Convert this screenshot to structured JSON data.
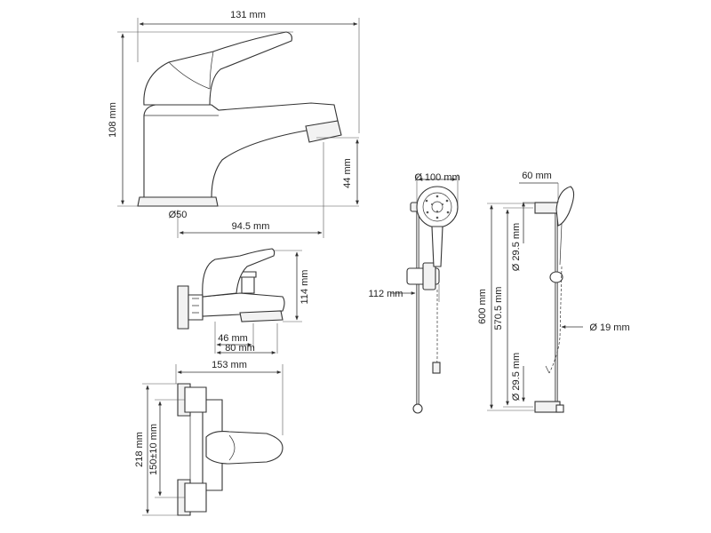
{
  "colors": {
    "line": "#333333",
    "background": "#ffffff"
  },
  "basin_mixer": {
    "width_label": "131 mm",
    "height_label": "108 mm",
    "spout_height_label": "44 mm",
    "base_label": "Ø50",
    "reach_label": "94.5 mm"
  },
  "bath_mixer": {
    "height_label": "114 mm",
    "inner_offset_label": "46 mm",
    "spout_offset_label": "80 mm"
  },
  "bath_mixer_front": {
    "width_label": "153 mm",
    "height_label": "218 mm",
    "center_distance_label": "150±10 mm"
  },
  "shower_set": {
    "head_diameter_label": "Ø 100 mm",
    "holder_width_label": "112 mm",
    "head_depth_label": "60 mm",
    "top_bracket_label": "Ø 29.5 mm",
    "rail_length_label": "600 mm",
    "mounting_distance_label": "570.5 mm",
    "rail_diameter_label": "Ø 19 mm",
    "bottom_bracket_label": "Ø 29.5 mm"
  }
}
